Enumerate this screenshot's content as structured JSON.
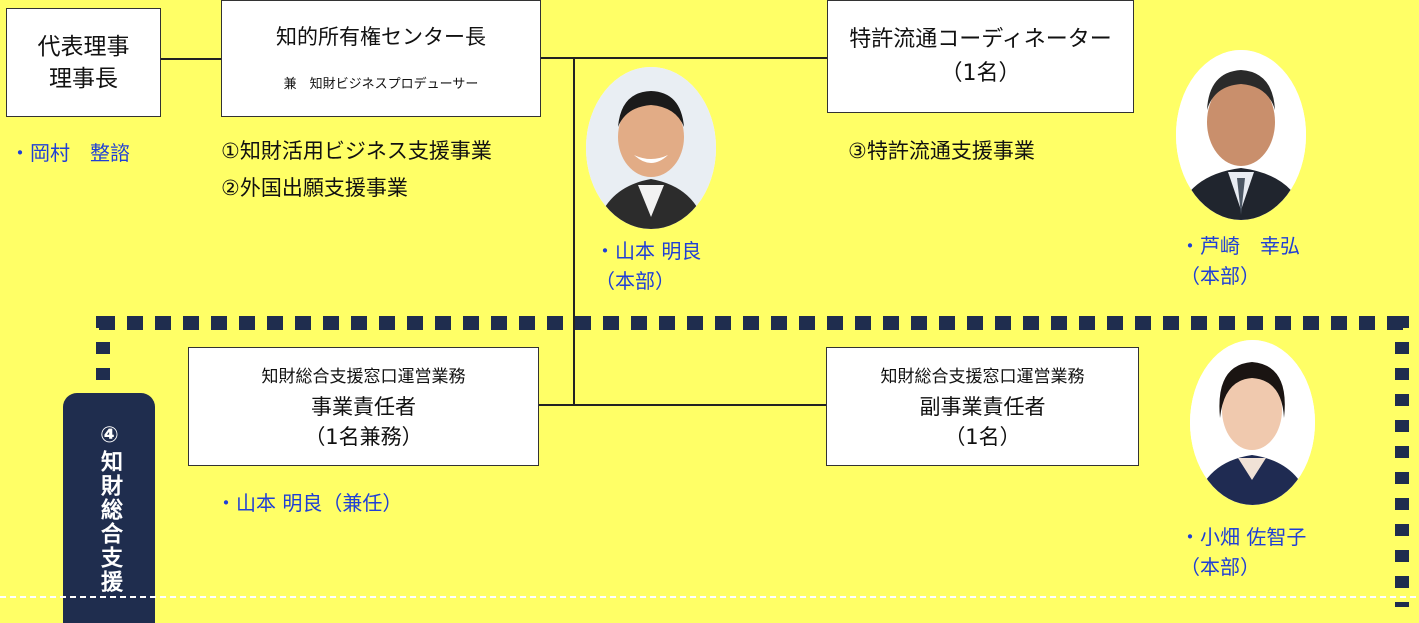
{
  "boxes": {
    "rep": [
      "代表理事",
      "理事長"
    ],
    "center_head": {
      "title": "知的所有権センター長",
      "sub": "兼　知財ビジネスプロデューサー"
    },
    "patent_coord": [
      "特許流通コーディネーター",
      "（1名）"
    ],
    "window_lead": [
      "知財総合支援窓口運営業務",
      "事業責任者",
      "（1名兼務）"
    ],
    "window_sub": [
      "知財総合支援窓口運営業務",
      "副事業責任者",
      "（1名）"
    ]
  },
  "people": {
    "okamura": "・岡村　整諮",
    "yamamoto": [
      "・山本 明良",
      "（本部）"
    ],
    "ashizaki": [
      "・芦崎　幸弘",
      "（本部）"
    ],
    "yamamoto_2": "・山本 明良（兼任）",
    "obata": [
      "・小畑 佐智子",
      "（本部）"
    ]
  },
  "programs": {
    "p1": "①知財活用ビジネス支援事業",
    "p2": "②外国出願支援事業",
    "p3": "③特許流通支援事業"
  },
  "side_tab": "④知財総合支援",
  "colors": {
    "background": "#ffff66",
    "name_blue": "#1f3fd6",
    "navy": "#1f2d4e"
  }
}
